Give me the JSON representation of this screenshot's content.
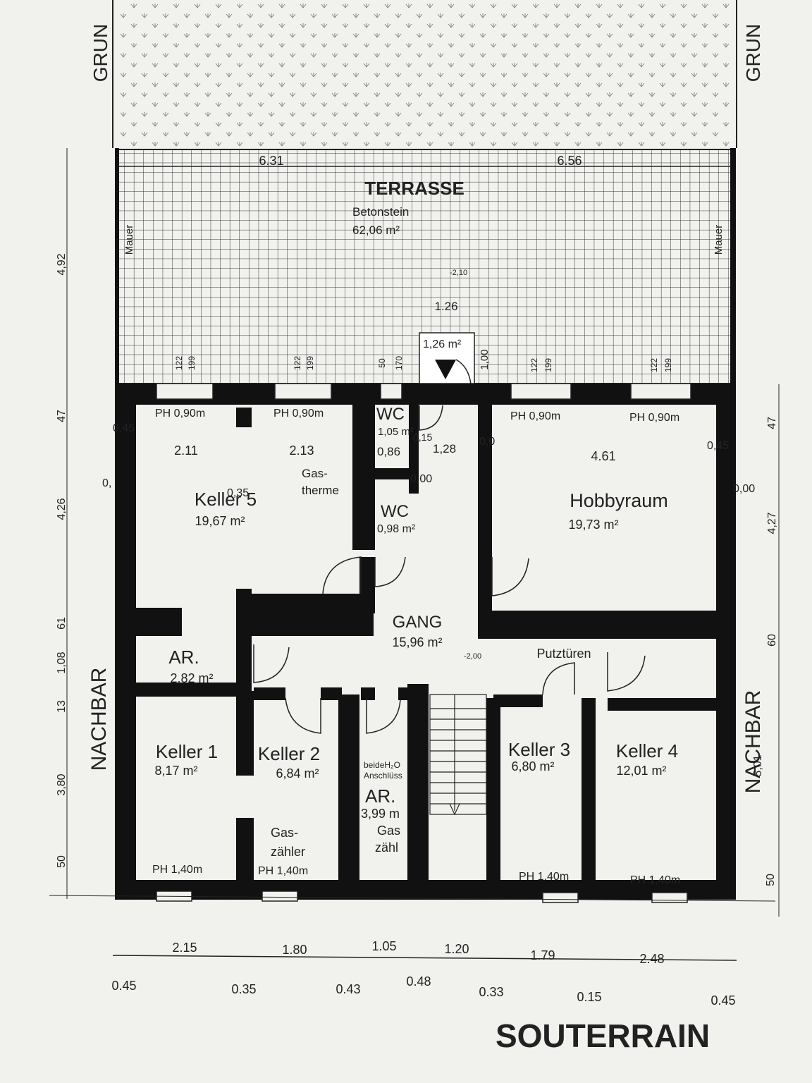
{
  "title": "SOUTERRAIN",
  "edge_labels": {
    "left_top": "GRUN",
    "right_top": "GRUN",
    "left_side": "NACHBAR",
    "right_side": "NACHBAR"
  },
  "terrace": {
    "name": "TERRASSE",
    "material": "Betonstein",
    "area": "62,06 m²",
    "wall_left": "Mauer",
    "wall_right": "Mauer",
    "width_left": "6.31",
    "width_right": "6.56",
    "level": "-2,10",
    "landing_width": "1.26",
    "landing_area": "1,26 m²",
    "landing_depth": "1,00"
  },
  "rooms": {
    "keller5": {
      "name": "Keller 5",
      "area": "19,67 m²"
    },
    "wc1": {
      "name": "WC",
      "area": "1,05 m²"
    },
    "wc2": {
      "name": "WC",
      "area": "0,98 m²"
    },
    "hobby": {
      "name": "Hobbyraum",
      "area": "19,73 m²"
    },
    "gang": {
      "name": "GANG",
      "area": "15,96 m²",
      "level": "-2,00",
      "putz": "Putztüren"
    },
    "ar1": {
      "name": "AR.",
      "area": "2,82 m²"
    },
    "keller1": {
      "name": "Keller 1",
      "area": "8,17 m²"
    },
    "keller2": {
      "name": "Keller 2",
      "area": "6,84 m²",
      "gas1": "Gas-",
      "gas2": "zähler"
    },
    "ar2": {
      "name": "AR.",
      "area": "3,99 m",
      "note1": "beideH₂O",
      "note2": "Anschlüss",
      "gas1": "Gas",
      "gas2": "zähl"
    },
    "keller3": {
      "name": "Keller 3",
      "area": "6,80 m²"
    },
    "keller4": {
      "name": "Keller 4",
      "area": "12,01 m²"
    }
  },
  "gastherme": {
    "l1": "Gas-",
    "l2": "therme"
  },
  "window_sills": {
    "top": "PH 0,90m",
    "bottom": "PH 1,40m"
  },
  "window_codes": {
    "a": "122",
    "b": "199",
    "c": "50",
    "d": "170"
  },
  "inner_dims": {
    "k5_a": "2.11",
    "k5_b": "2.13",
    "hobby": "4.61",
    "wc_a": "0,86",
    "wc_b": "1,28",
    "wc_c": "0,15",
    "wc_d": "0,00",
    "k5_mid": "0,35",
    "left_a": "0,45",
    "left_b": "0,",
    "right_a": "0,45",
    "right_b": "0,00",
    "mid_a": "0,0",
    "mid_b": "0,00"
  },
  "left_dims": [
    "4,92",
    "47",
    "4,26",
    "61",
    "1,08",
    "13",
    "3,80",
    "50"
  ],
  "right_dims": [
    "47",
    "4,27",
    "60",
    "5,01",
    "50"
  ],
  "bottom_dims_top": [
    "2.15",
    "1.80",
    "1.05",
    "1.20",
    "1.79",
    "2.48"
  ],
  "bottom_dims_bottom": [
    "0.45",
    "0.35",
    "0.43",
    "0.48",
    "0.33",
    "0.15",
    "0.45"
  ]
}
